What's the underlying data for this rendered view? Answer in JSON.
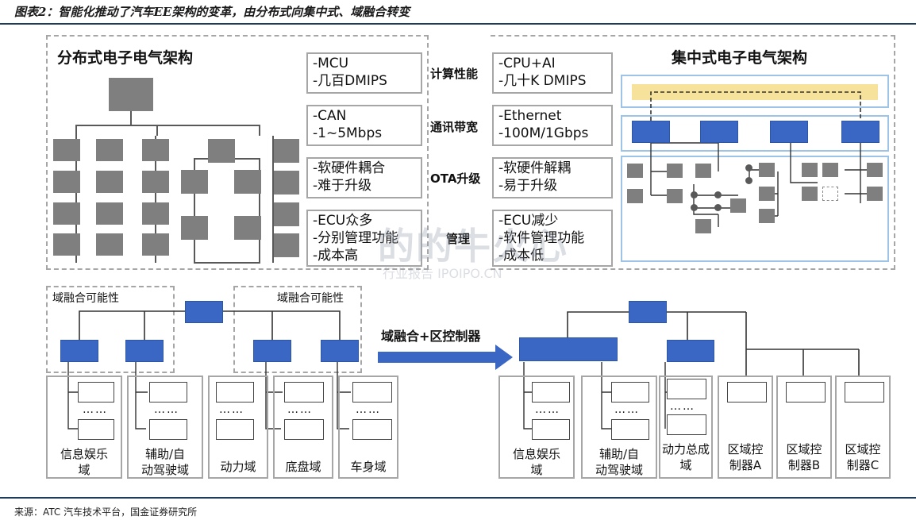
{
  "header": {
    "title": "图表2：智能化推动了汽车EE架构的变革，由分布式向集中式、域融合转变"
  },
  "top": {
    "left_title": "分布式电子电气架构",
    "right_title": "集中式电子电气架构",
    "rows": [
      {
        "label": "计算性能",
        "left": [
          "-MCU",
          "-几百DMIPS"
        ],
        "right": [
          "-CPU+AI",
          "-几十K DMIPS"
        ]
      },
      {
        "label": "通讯带宽",
        "left": [
          "-CAN",
          "-1~5Mbps"
        ],
        "right": [
          "-Ethernet",
          "-100M/1Gbps"
        ]
      },
      {
        "label": "OTA升级",
        "left": [
          "-软硬件耦合",
          "-难于升级"
        ],
        "right": [
          "-软硬件解耦",
          "-易于升级"
        ]
      },
      {
        "label": "管理",
        "left": [
          "-ECU众多",
          "-分别管理功能",
          "-成本高"
        ],
        "right": [
          "-ECU减少",
          "-软件管理功能",
          "-成本低"
        ]
      }
    ]
  },
  "bottom": {
    "fusion_label": "域融合可能性",
    "arrow_label": "域融合+区控制器",
    "dots": "……",
    "left_domains": [
      "信息娱乐域",
      "辅助/自动驾驶域",
      "动力域",
      "底盘域",
      "车身域"
    ],
    "right_domains": [
      "信息娱乐域",
      "辅助/自动驾驶域",
      "动力总成域",
      "区域控制器A",
      "区域控制器B",
      "区域控制器C"
    ]
  },
  "watermark": {
    "line1": "的的牛火心",
    "line2": "行业报告 IPOIPO.CN"
  },
  "source": "来源：ATC 汽车技术平台，国金证券研究所",
  "colors": {
    "ecu_blue": "#3a66c4",
    "ecu_gray": "#7f7f7f",
    "bus_yellow": "#f7e29b",
    "zone_border": "#9dc3e6",
    "rule": "#1f3b5c"
  }
}
